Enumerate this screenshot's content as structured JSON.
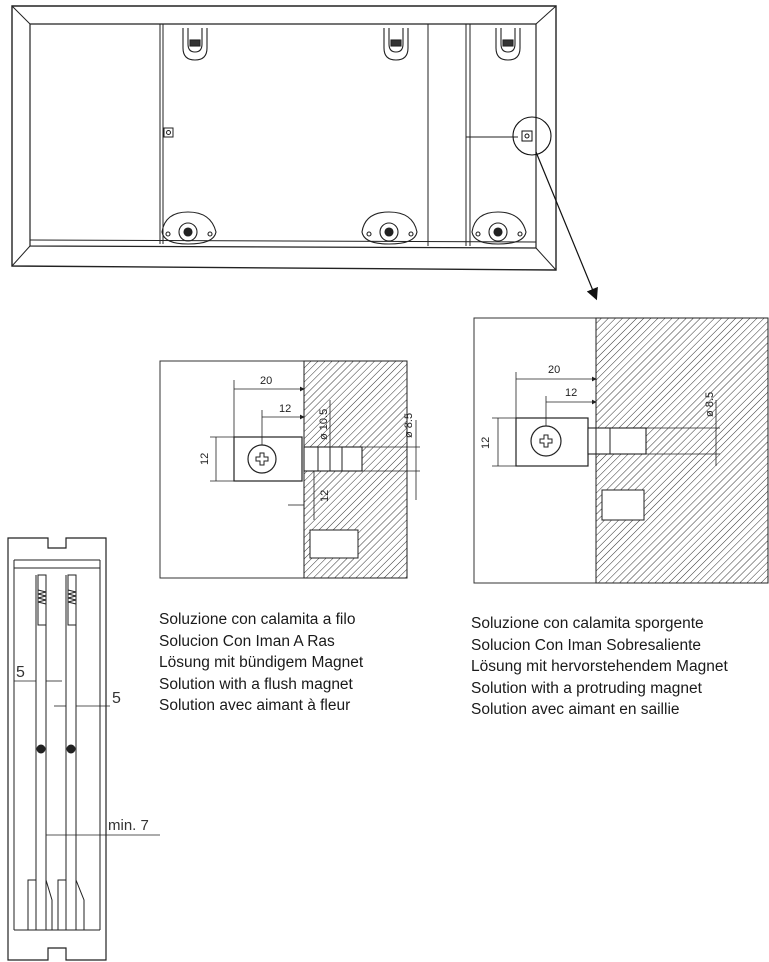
{
  "captions": {
    "flush": [
      "Soluzione con calamita a filo",
      "Solucion Con Iman A Ras",
      "Lösung mit bündigem Magnet",
      "Solution with a flush magnet",
      "Solution avec aimant à fleur"
    ],
    "protruding": [
      "Soluzione con calamita sporgente",
      "Solucion Con Iman Sobresaliente",
      "Lösung mit hervorstehendem Magnet",
      "Solution with a protruding magnet",
      "Solution avec aimant en saillie"
    ]
  },
  "flush_detail": {
    "dim_width_20": "20",
    "dim_width_12": "12",
    "dim_height_12": "12",
    "dim_diameter_10_5": "ø 10.5",
    "dim_diameter_8_5": "ø 8.5",
    "dim_depth_12": "12"
  },
  "protruding_detail": {
    "dim_width_20": "20",
    "dim_width_12": "12",
    "dim_height_12": "12",
    "dim_diameter_8_5": "ø 8.5"
  },
  "side_section": {
    "dim_gap_left": "5",
    "dim_gap_right": "5",
    "dim_min": "min. 7"
  }
}
